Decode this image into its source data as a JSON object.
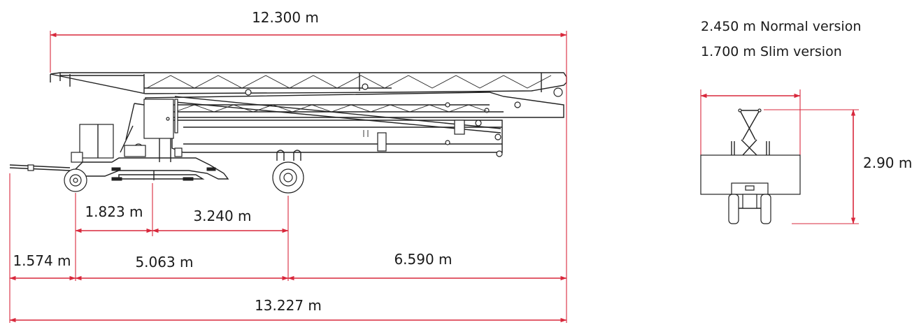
{
  "diagram": {
    "accent_color": "#d8283c",
    "line_color": "#222222",
    "side_view": {
      "jib_length": "12.300 m",
      "axle_spacing_front": "1.823 m",
      "axle_spacing_rear": "3.240 m",
      "front_overhang": "1.574 m",
      "axle_to_axle": "5.063 m",
      "rear_overhang": "6.590 m",
      "overall_length": "13.227 m"
    },
    "end_view": {
      "width_normal": "2.450 m Normal version",
      "width_slim": "1.700 m Slim version",
      "height": "2.90 m"
    }
  }
}
